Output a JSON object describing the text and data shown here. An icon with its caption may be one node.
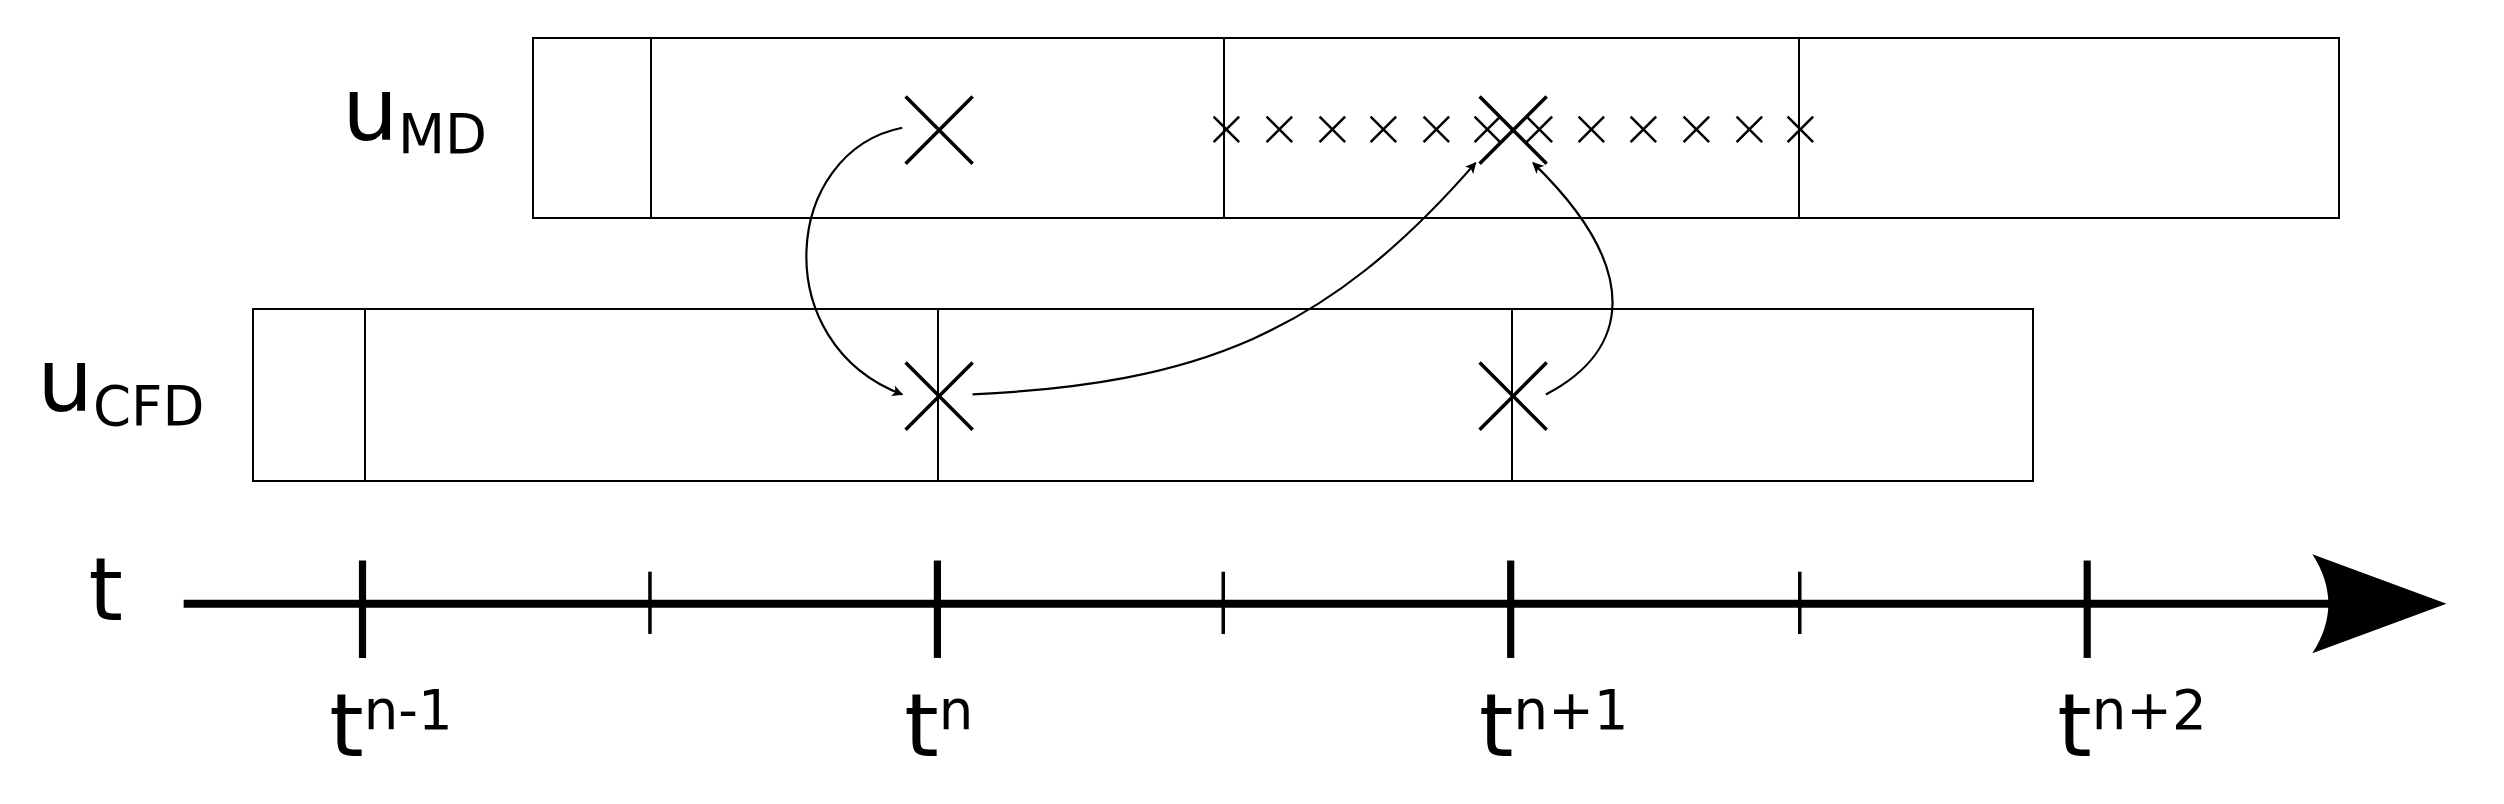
{
  "diagram": {
    "nodes": [
      {
        "text": [],
        "shape": "bar",
        "beside": [
          "u$_{MD}$"
        ]
      },
      {
        "text": [],
        "shape": "bar",
        "beside": [
          "u$_{CFD}$"
        ]
      },
      {
        "text": [],
        "shape": "cross",
        "in": 0
      },
      {
        "text": [],
        "shape": "cross",
        "in": 0
      },
      {
        "text": [],
        "shape": "cross",
        "in": 1
      },
      {
        "text": [],
        "shape": "cross",
        "in": 1
      }
    ],
    "edges": [
      {
        "from": 2,
        "to": 4,
        "arrow": "to"
      },
      {
        "from": 4,
        "to": 3,
        "arrow": "to"
      },
      {
        "from": 5,
        "to": 3,
        "arrow": "to"
      }
    ],
    "labels": [
      "t",
      "t$^{n-1}$",
      "t$^{n}$",
      "t$^{n+1}$",
      "t$^{n+2}$"
    ]
  }
}
